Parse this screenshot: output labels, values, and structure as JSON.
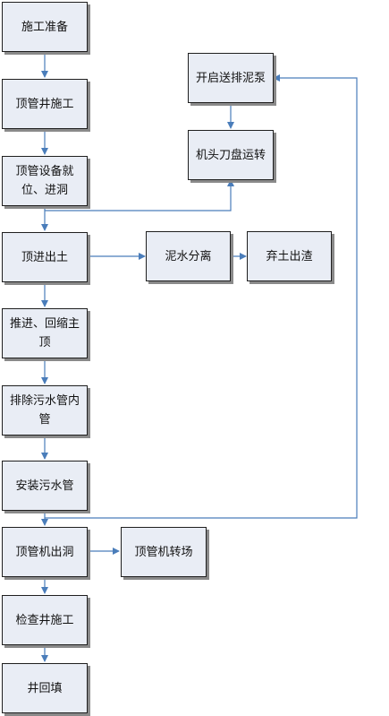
{
  "colors": {
    "box_fill": "#e9edf5",
    "box_border": "#1f1f1f",
    "arrow": "#4a7dba",
    "shadow": "#8a8a8a"
  },
  "nodes": {
    "prep": "施工准备",
    "jackpit": "顶管井施工",
    "equip": "顶管设备就位、进洞",
    "advance": "顶进出土",
    "push": "推进、回缩主顶",
    "drain": "排除污水管内管",
    "install": "安装污水管",
    "exit": "顶管机出洞",
    "inspect": "检查井施工",
    "backfill": "井回填",
    "pump": "开启送排泥泵",
    "cutter": "机头刀盘运转",
    "separate": "泥水分离",
    "discard": "弃土出渣",
    "transfer": "顶管机转场"
  }
}
